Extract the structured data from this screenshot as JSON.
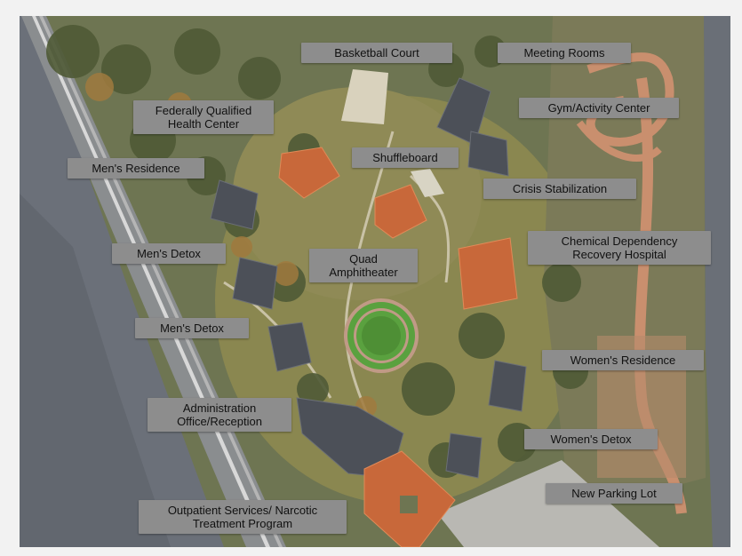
{
  "map": {
    "labels": {
      "basketball_court": "Basketball Court",
      "meeting_rooms": "Meeting Rooms",
      "fqhc": "Federally Qualified\nHealth Center",
      "gym": "Gym/Activity Center",
      "shuffleboard": "Shuffleboard",
      "mens_residence": "Men's Residence",
      "crisis": "Crisis Stabilization",
      "chem_dep": "Chemical Dependency\nRecovery Hospital",
      "mens_detox_1": "Men's Detox",
      "quad": "Quad\nAmphitheater",
      "mens_detox_2": "Men's Detox",
      "womens_residence": "Women's Residence",
      "admin": "Administration\nOffice/Reception",
      "womens_detox": "Women's Detox",
      "new_parking": "New Parking Lot",
      "outpatient": "Outpatient Services/ Narcotic\nTreatment Program"
    },
    "colors": {
      "label_bg": "#8d8d8d",
      "roof_orange": "#c8683a",
      "roof_gray": "#4c5058",
      "marsh": "#6c717a",
      "grass": "#7f8448",
      "trail": "#c98f6e"
    }
  }
}
